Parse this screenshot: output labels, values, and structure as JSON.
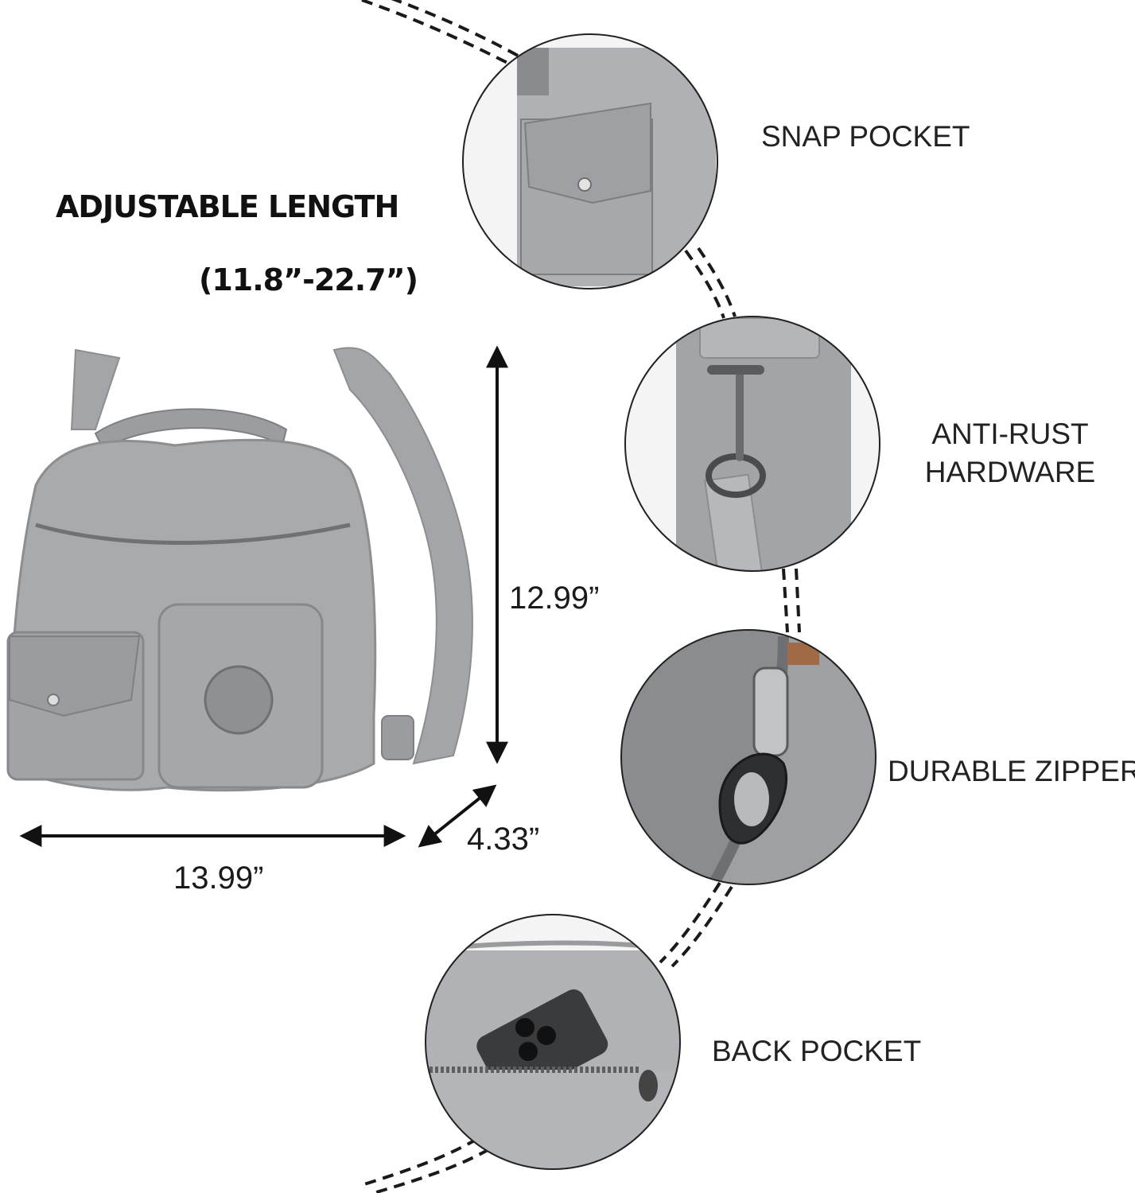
{
  "heading": {
    "title": "ADJUSTABLE LENGTH",
    "range": "(11.8”-22.7”)"
  },
  "dimensions": {
    "height": "12.99”",
    "width": "13.99”",
    "depth": "4.33”"
  },
  "features": [
    {
      "label": "SNAP POCKET"
    },
    {
      "label": "ANTI-RUST HARDWARE"
    },
    {
      "label": "DURABLE ZIPPER"
    },
    {
      "label": "BACK POCKET"
    }
  ],
  "colors": {
    "background": "#ffffff",
    "bag_fabric": "#a9aaac",
    "bag_shadow": "#8d8e90",
    "text_dark": "#111111",
    "circle_outline": "#222222",
    "dashed_path": "#1a1a1a"
  }
}
